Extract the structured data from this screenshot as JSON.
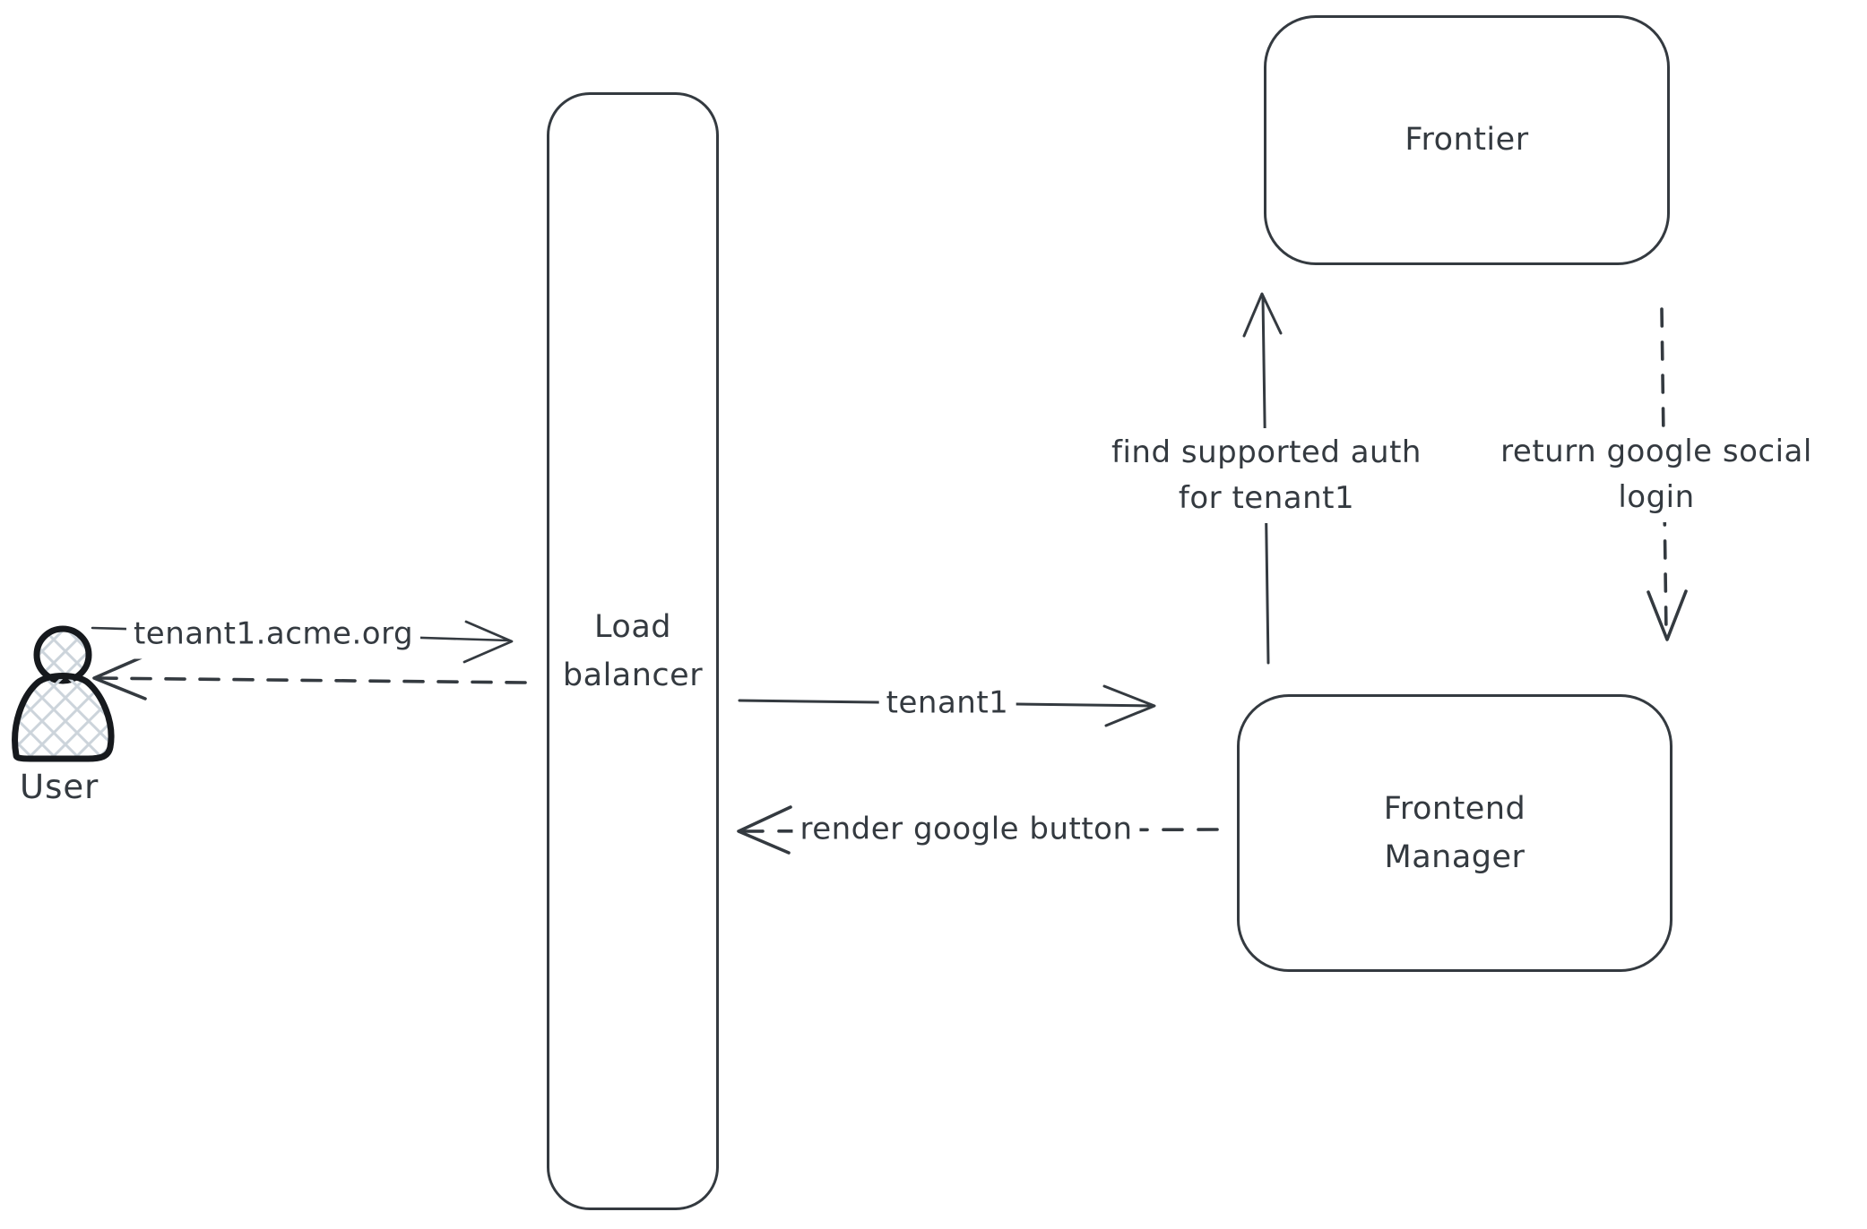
{
  "diagram": {
    "colors": {
      "stroke": "#343a40",
      "background": "#ffffff",
      "actor_hatch": "#ccd4db"
    },
    "nodes": {
      "user": {
        "label": "User",
        "icon": "person-icon"
      },
      "load_balancer": {
        "line1": "Load",
        "line2": "balancer"
      },
      "frontier": {
        "label": "Frontier"
      },
      "frontend_manager": {
        "line1": "Frontend",
        "line2": "Manager"
      }
    },
    "edges": {
      "request": {
        "label": "tenant1.acme.org",
        "style": "solid",
        "from": "User",
        "to": "Load balancer"
      },
      "response": {
        "label": "",
        "style": "dashed",
        "from": "Load balancer",
        "to": "User"
      },
      "forward_tenant": {
        "label": "tenant1",
        "style": "solid",
        "from": "Load balancer",
        "to": "Frontend Manager"
      },
      "render_button": {
        "label": "render google button",
        "style": "dashed",
        "from": "Frontend Manager",
        "to": "Load balancer"
      },
      "find_auth": {
        "line1": "find supported auth",
        "line2": "for tenant1",
        "style": "solid",
        "from": "Frontend Manager",
        "to": "Frontier"
      },
      "return_login": {
        "line1": "return google social",
        "line2": "login",
        "style": "dashed",
        "from": "Frontier",
        "to": "Frontend Manager"
      }
    }
  }
}
